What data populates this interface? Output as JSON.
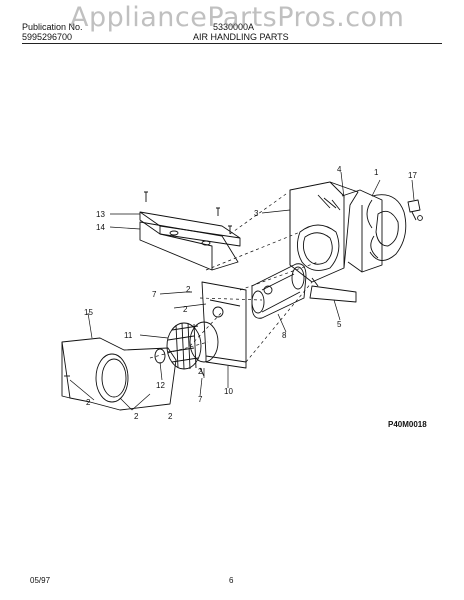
{
  "header": {
    "publication_label": "Publication No.",
    "publication_number": "5995296700",
    "model": "5330000A",
    "section_title": "AIR HANDLING PARTS"
  },
  "watermark": "AppliancePartsPros.com",
  "diagram": {
    "callouts": [
      "1",
      "2",
      "2",
      "2",
      "2",
      "2",
      "2",
      "3",
      "4",
      "5",
      "7",
      "7",
      "8",
      "10",
      "11",
      "12",
      "13",
      "14",
      "15",
      "17"
    ],
    "figure_id": "P40M0018"
  },
  "footer": {
    "date": "05/97",
    "page_number": "6"
  }
}
